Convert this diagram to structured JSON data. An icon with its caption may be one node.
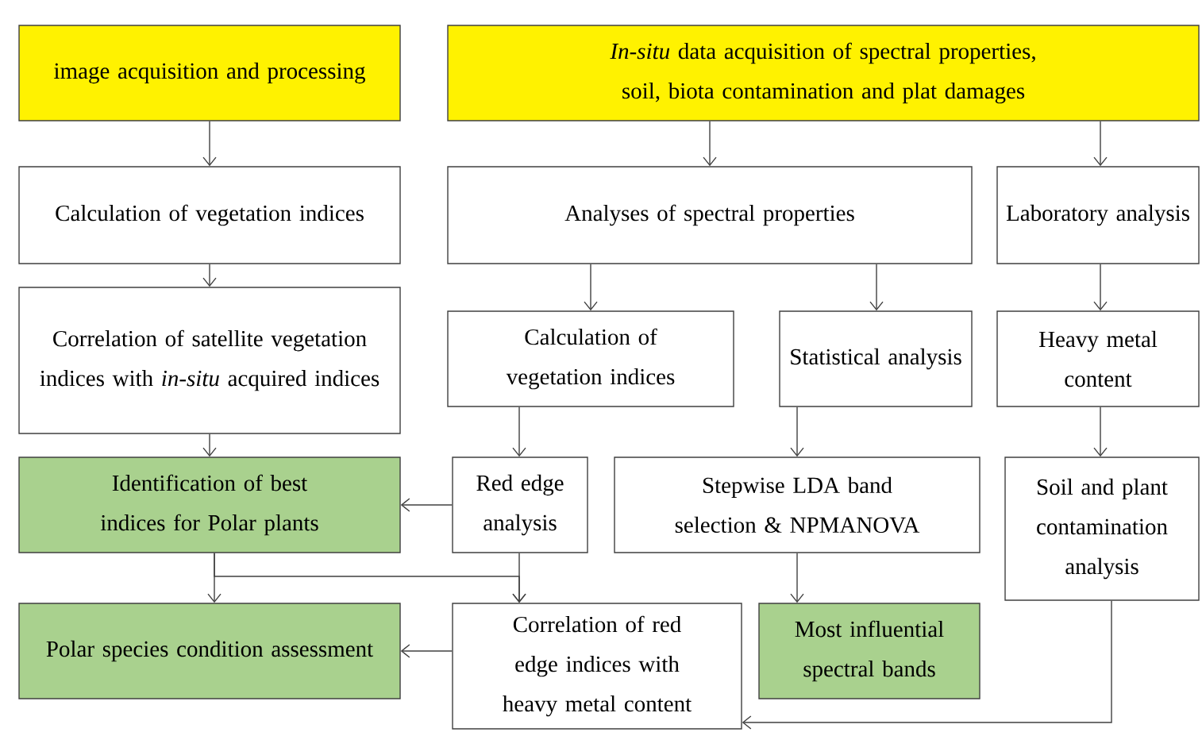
{
  "diagram": {
    "nodes": [
      {
        "text": [
          "image acquisition and processing"
        ]
      },
      {
        "text": [
          "*In-situ* data acquisition of spectral properties, soil, biota contamination and plat damages"
        ]
      },
      {
        "text": [
          "Calculation of vegetation indices"
        ]
      },
      {
        "text": [
          "Analyses of spectral properties"
        ]
      },
      {
        "text": [
          "Laboratory analysis"
        ]
      },
      {
        "text": [
          "Correlation of satellite vegetation indices with *in-situ* acquired indices"
        ]
      },
      {
        "text": [
          "Calculation of vegetation indices"
        ]
      },
      {
        "text": [
          "Statistical analysis"
        ]
      },
      {
        "text": [
          "Heavy metal content"
        ]
      },
      {
        "text": [
          "Identification of best indices for Polar plants"
        ]
      },
      {
        "text": [
          "Red edge analysis"
        ]
      },
      {
        "text": [
          "Stepwise LDA band selection & NPMANOVA"
        ]
      },
      {
        "text": [
          "Soil and plant contamination analysis"
        ]
      },
      {
        "text": [
          "Polar species condition assessment"
        ]
      },
      {
        "text": [
          "Correlation of red edge indices with heavy metal content"
        ]
      },
      {
        "text": [
          "Most influential spectral bands"
        ]
      }
    ],
    "edges": [
      {
        "from": 0,
        "to": 2,
        "arrow": "to"
      },
      {
        "from": 2,
        "to": 5,
        "arrow": "to"
      },
      {
        "from": 5,
        "to": 9,
        "arrow": "to"
      },
      {
        "from": 1,
        "to": 3,
        "arrow": "to"
      },
      {
        "from": 1,
        "to": 4,
        "arrow": "to"
      },
      {
        "from": 3,
        "to": 6,
        "arrow": "to"
      },
      {
        "from": 3,
        "to": 7,
        "arrow": "to"
      },
      {
        "from": 4,
        "to": 8,
        "arrow": "to"
      },
      {
        "from": 6,
        "to": 10,
        "arrow": "to"
      },
      {
        "from": 7,
        "to": 11,
        "arrow": "to"
      },
      {
        "from": 8,
        "to": 12,
        "arrow": "to"
      },
      {
        "from": 10,
        "to": 9,
        "arrow": "to"
      },
      {
        "from": 11,
        "to": 15,
        "arrow": "to"
      },
      {
        "from": 9,
        "to": 13,
        "arrow": "to"
      },
      {
        "from": 10,
        "to": 14,
        "arrow": "to"
      },
      {
        "from": 9,
        "to": 14,
        "arrow": "to"
      },
      {
        "from": 14,
        "to": 13,
        "arrow": "to"
      },
      {
        "from": 12,
        "to": 14,
        "arrow": "to"
      }
    ]
  }
}
